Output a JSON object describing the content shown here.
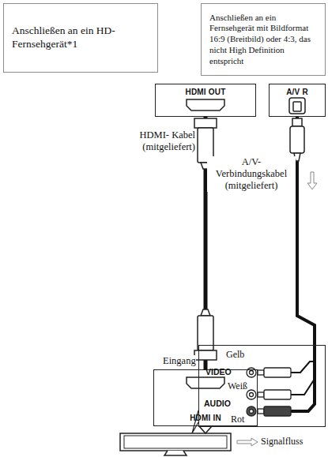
{
  "diagram": {
    "nodes": [
      {
        "text": [
          "Anschließen an ein HD-Fernsehgerät*1"
        ]
      },
      {
        "text": [
          "Anschließen an ein Fernsehgerät mit Bildformat 16:9 (Breitbild) oder 4:3, das nicht High Definition entspricht"
        ]
      },
      {
        "text": [
          "HDMI OUT"
        ]
      },
      {
        "text": [
          "A/V R"
        ]
      },
      {
        "text": [
          "HDMI IN"
        ]
      },
      {
        "text": [
          "Gelb",
          "VIDEO",
          "Weiß",
          "AUDIO",
          "Rot"
        ]
      }
    ],
    "edges": [
      {
        "from": 2,
        "to": 4,
        "arrow": "none",
        "label": "HDMI- Kabel (mitgeliefert)"
      },
      {
        "from": 3,
        "to": 5,
        "arrow": "none",
        "label": "A/V- Verbindungskabel (mitgeliefert)"
      }
    ],
    "labels": [
      "Eingang"
    ],
    "legend": [
      {
        "text": "Signalfluss"
      }
    ]
  }
}
